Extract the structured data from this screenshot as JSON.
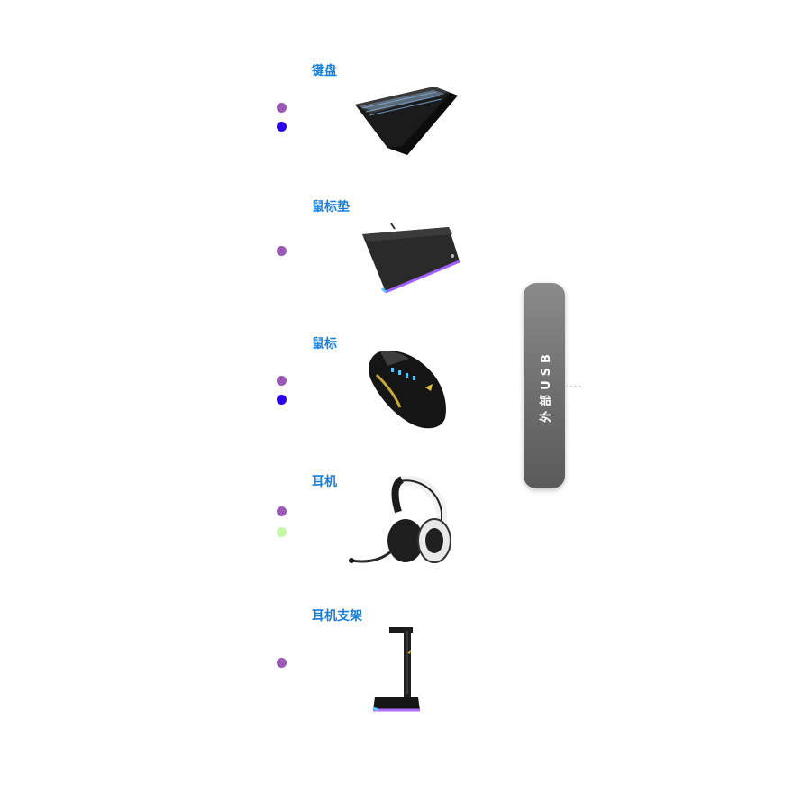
{
  "categories": [
    {
      "title": "键盘",
      "dots": [
        "#9b59b6",
        "#2c00e6"
      ],
      "product_icon": "keyboard-image"
    },
    {
      "title": "鼠标垫",
      "dots": [
        "#9b59b6"
      ],
      "product_icon": "mousepad-image"
    },
    {
      "title": "鼠标",
      "dots": [
        "#9b59b6",
        "#2c00e6"
      ],
      "product_icon": "mouse-image"
    },
    {
      "title": "耳机",
      "dots": [
        "#9b59b6",
        "#c8f5a8"
      ],
      "product_icon": "headset-image"
    },
    {
      "title": "耳机支架",
      "dots": [
        "#9b59b6"
      ],
      "product_icon": "headset-stand-image"
    }
  ],
  "usb": {
    "label": "外部USB"
  }
}
